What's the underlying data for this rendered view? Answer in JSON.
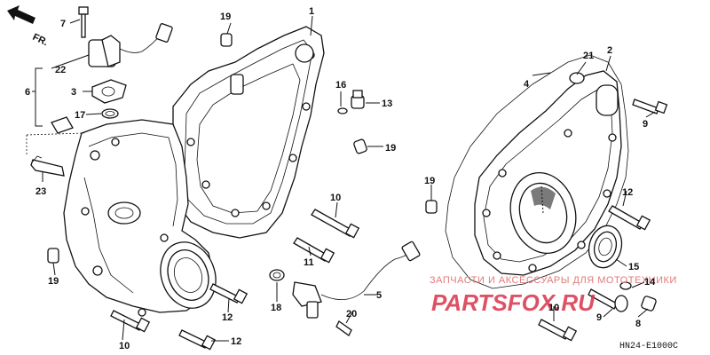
{
  "diagram": {
    "code": "HN24-E1000C",
    "direction_marker": "FR.",
    "watermark": {
      "line1": "ЗАПЧАСТИ И АКСЕССУАРЫ ДЛЯ МОТОТЕХНИКИ",
      "line2": "PARTSFOX.RU"
    },
    "callouts": [
      {
        "id": "c1",
        "label": "1"
      },
      {
        "id": "c2",
        "label": "2"
      },
      {
        "id": "c3",
        "label": "3"
      },
      {
        "id": "c4",
        "label": "4"
      },
      {
        "id": "c5",
        "label": "5"
      },
      {
        "id": "c6",
        "label": "6"
      },
      {
        "id": "c7",
        "label": "7"
      },
      {
        "id": "c8",
        "label": "8"
      },
      {
        "id": "c9a",
        "label": "9"
      },
      {
        "id": "c9b",
        "label": "9"
      },
      {
        "id": "c10a",
        "label": "10"
      },
      {
        "id": "c10b",
        "label": "10"
      },
      {
        "id": "c10c",
        "label": "10"
      },
      {
        "id": "c11",
        "label": "11"
      },
      {
        "id": "c12a",
        "label": "12"
      },
      {
        "id": "c12b",
        "label": "12"
      },
      {
        "id": "c12c",
        "label": "12"
      },
      {
        "id": "c13",
        "label": "13"
      },
      {
        "id": "c14",
        "label": "14"
      },
      {
        "id": "c15",
        "label": "15"
      },
      {
        "id": "c16",
        "label": "16"
      },
      {
        "id": "c17",
        "label": "17"
      },
      {
        "id": "c18",
        "label": "18"
      },
      {
        "id": "c19a",
        "label": "19"
      },
      {
        "id": "c19b",
        "label": "19"
      },
      {
        "id": "c19c",
        "label": "19"
      },
      {
        "id": "c19d",
        "label": "19"
      },
      {
        "id": "c20",
        "label": "20"
      },
      {
        "id": "c21",
        "label": "21"
      },
      {
        "id": "c22",
        "label": "22"
      },
      {
        "id": "c23",
        "label": "23"
      }
    ]
  }
}
